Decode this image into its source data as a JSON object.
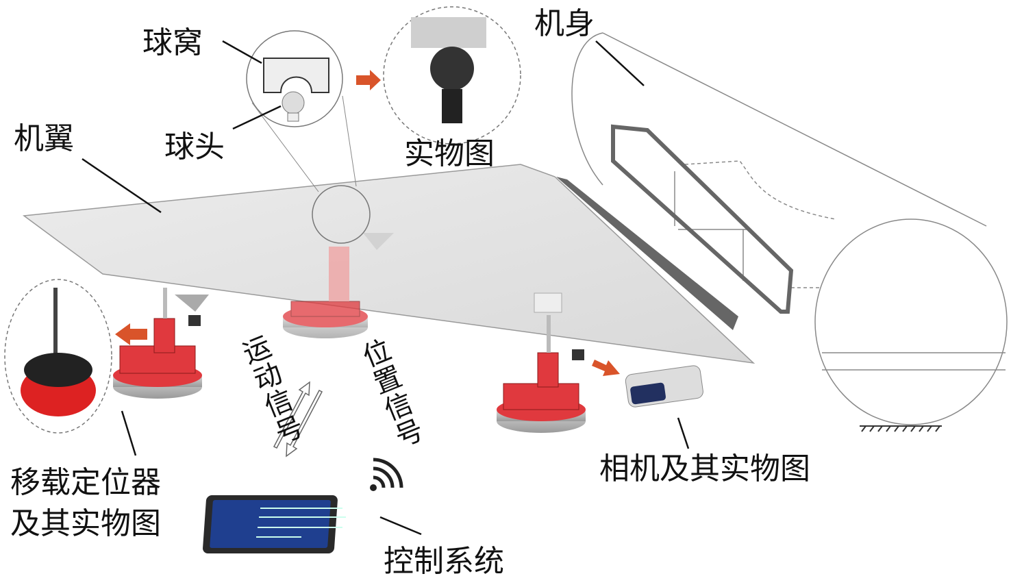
{
  "labels": {
    "ball_socket": "球窝",
    "ball_head": "球头",
    "wing": "机翼",
    "photo": "实物图",
    "fuselage": "机身",
    "motion_signal": "运动信号",
    "position_signal": "位置信号",
    "positioner_line1": "移载定位器",
    "positioner_line2": "及其实物图",
    "camera": "相机及其实物图",
    "control_system": "控制系统"
  },
  "colors": {
    "positioner_red": "#e0393e",
    "arrow_orange": "#d9542a",
    "tablet_blue": "#1f3f8f"
  }
}
